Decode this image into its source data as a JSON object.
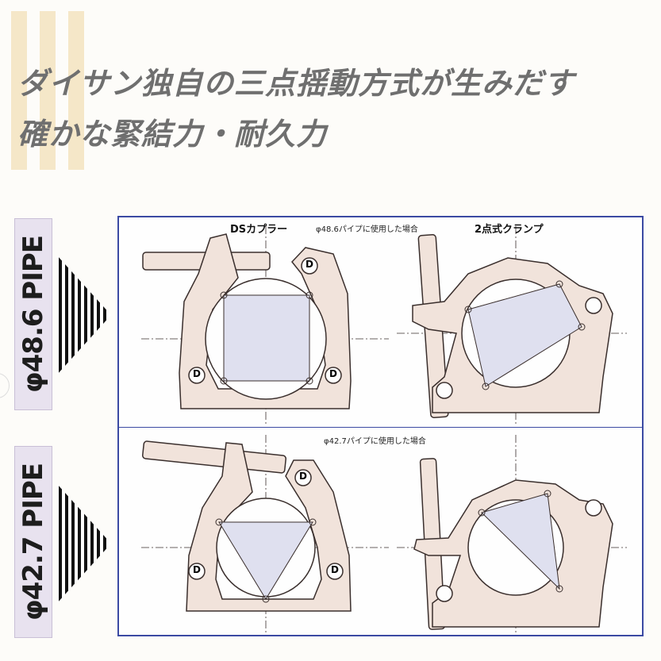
{
  "header": {
    "line1": "ダイサン独自の三点揺動方式が生みだす",
    "line2": "確かな緊結力・耐久力"
  },
  "pipes": [
    {
      "label": "φ48.6 PIPE"
    },
    {
      "label": "φ42.7 PIPE"
    }
  ],
  "panels": {
    "top": {
      "left_title": "DSカプラー",
      "note": "φ48.6パイプに使用した場合",
      "right_title": "2点式クランプ"
    },
    "bottom": {
      "note": "φ42.7パイプに使用した場合"
    }
  },
  "bolt_marker": "D",
  "colors": {
    "body_fill": "#f1e3db",
    "body_stroke": "#3a2f2d",
    "contact_fill": "#dfe0ef",
    "frame": "#3b4aa3",
    "stripe": "#f5e7c8",
    "heading": "#6f6f6f"
  }
}
